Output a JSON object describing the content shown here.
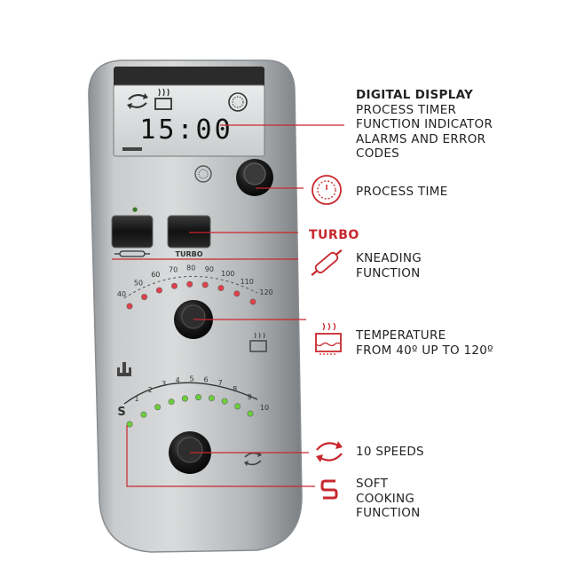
{
  "display": {
    "timer": "15:00"
  },
  "buttons": {
    "turbo_label": "TURBO"
  },
  "temperature_scale": [
    "40",
    "50",
    "60",
    "70",
    "80",
    "90",
    "100",
    "110",
    "120"
  ],
  "speed_scale": [
    "1",
    "2",
    "3",
    "4",
    "5",
    "6",
    "7",
    "8",
    "9",
    "10"
  ],
  "soft_mark": "S",
  "callouts": {
    "digital_display": {
      "title": "DIGITAL DISPLAY",
      "lines": [
        "PROCESS TIMER",
        "FUNCTION INDICATOR",
        "ALARMS AND ERROR",
        "CODES"
      ]
    },
    "process_time": "PROCESS TIME",
    "turbo": "TURBO",
    "kneading": [
      "KNEADING",
      "FUNCTION"
    ],
    "temperature": [
      "TEMPERATURE",
      "FROM 40º UP TO 120º"
    ],
    "speeds": "10 SPEEDS",
    "soft_cooking": [
      "SOFT",
      "COOKING",
      "FUNCTION"
    ]
  },
  "colors": {
    "accent_red": "#c8282d",
    "led_red": "#e0404a",
    "led_green": "#6ccf3a",
    "panel": "#b9bcbf"
  },
  "icons": [
    "speed-arrows-icon",
    "pot-icon",
    "clock-icon",
    "dough-roller-icon",
    "steaming-pot-icon",
    "soft-s-icon"
  ]
}
